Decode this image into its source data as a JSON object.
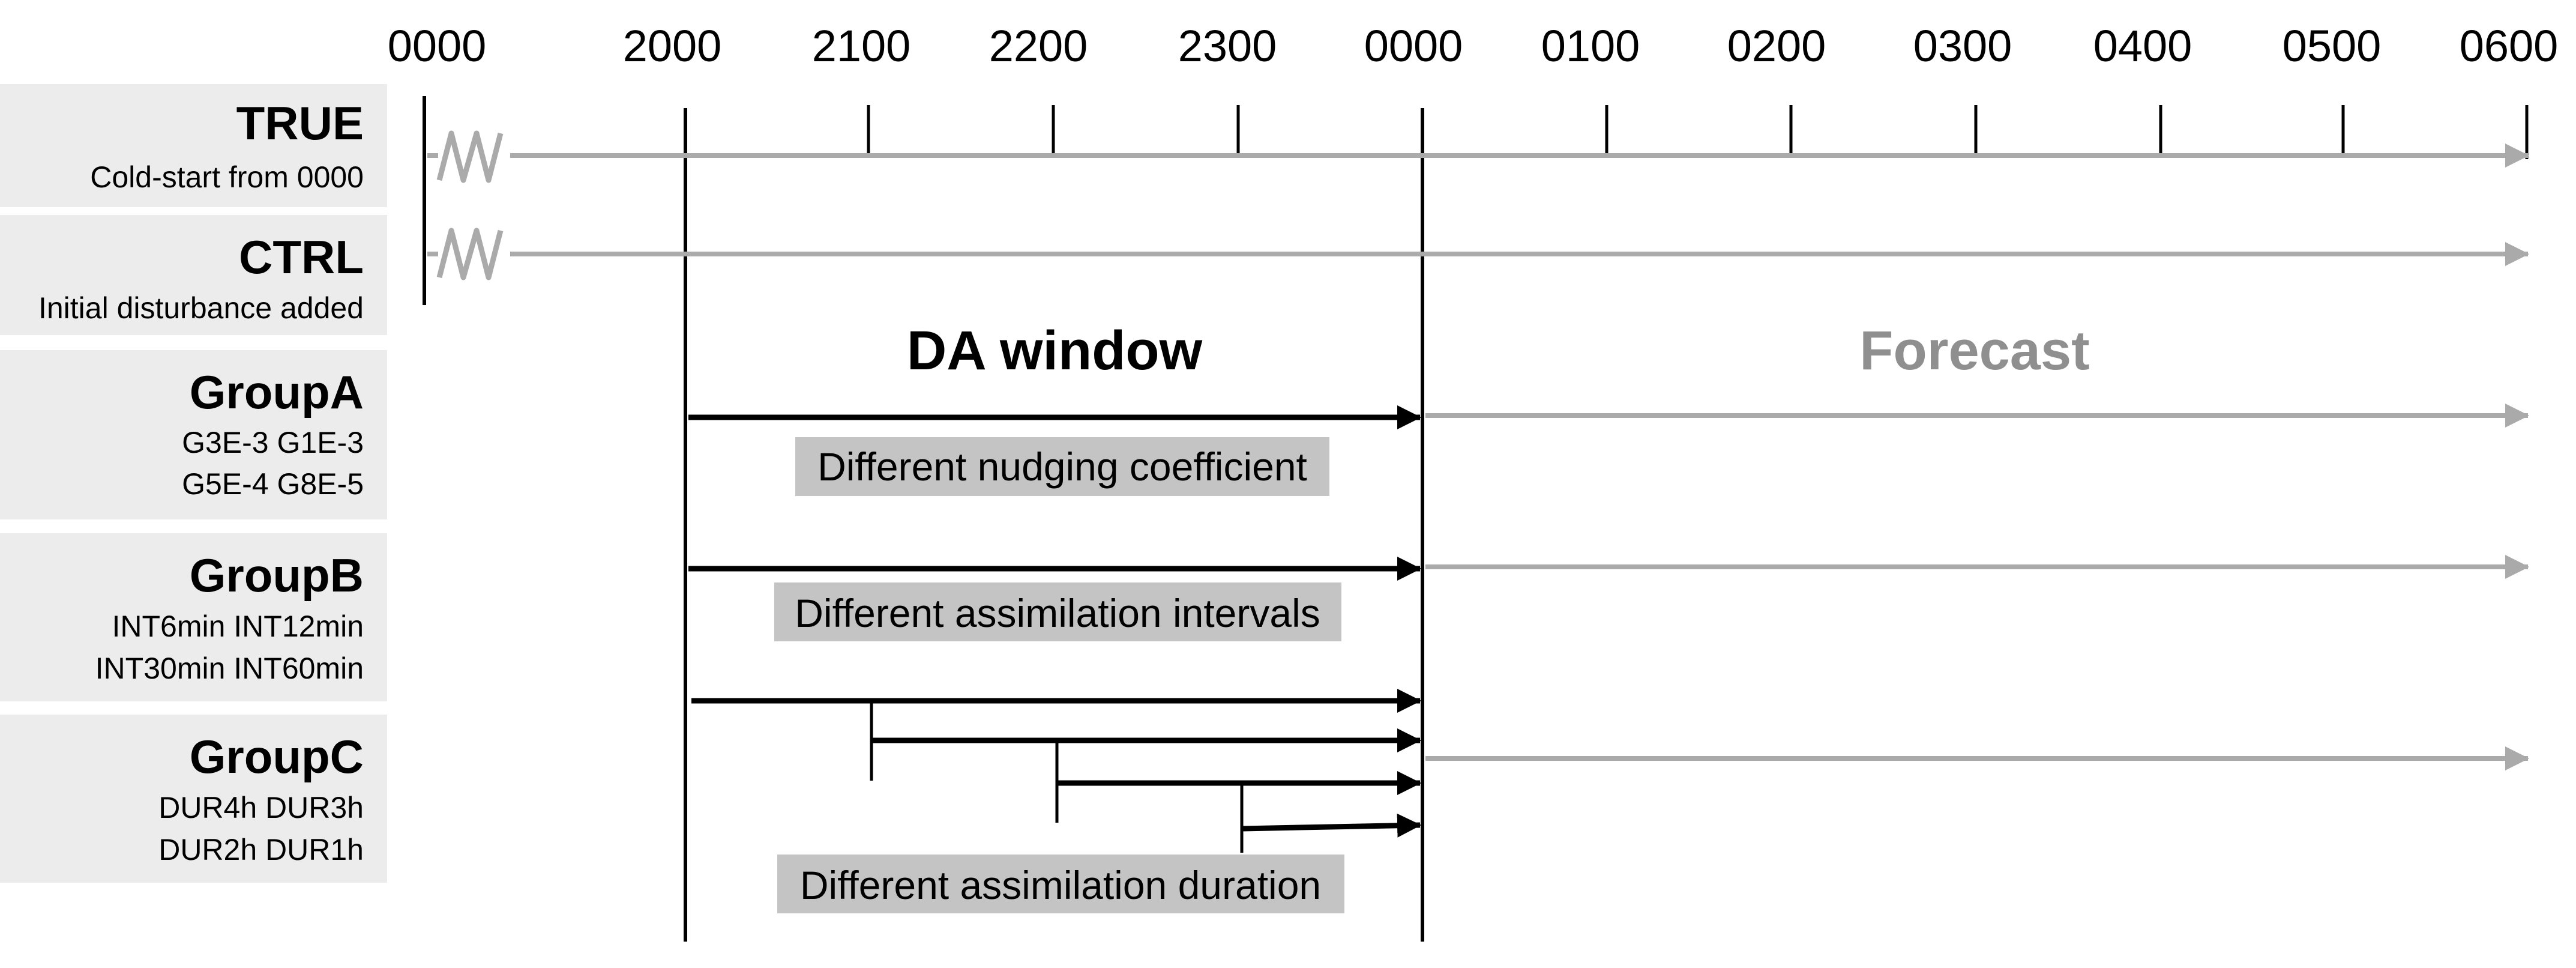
{
  "timeline": {
    "ticks": [
      "0000",
      "2000",
      "2100",
      "2200",
      "2300",
      "0000",
      "0100",
      "0200",
      "0300",
      "0400",
      "0500",
      "0600"
    ]
  },
  "rows": [
    {
      "key": "true",
      "title": "TRUE",
      "subtitle_lines": [
        "Cold-start from 0000"
      ]
    },
    {
      "key": "ctrl",
      "title": "CTRL",
      "subtitle_lines": [
        "Initial disturbance added"
      ]
    },
    {
      "key": "groupa",
      "title": "GroupA",
      "subtitle_lines": [
        "G3E-3 G1E-3",
        "G5E-4 G8E-5"
      ]
    },
    {
      "key": "groupb",
      "title": "GroupB",
      "subtitle_lines": [
        "INT6min INT12min",
        "INT30min INT60min"
      ]
    },
    {
      "key": "groupc",
      "title": "GroupC",
      "subtitle_lines": [
        "DUR4h DUR3h",
        "DUR2h DUR1h"
      ]
    }
  ],
  "sections": {
    "da_window": "DA window",
    "forecast": "Forecast"
  },
  "notes": {
    "groupa": "Different nudging coefficient",
    "groupb": "Different assimilation intervals",
    "groupc": "Different assimilation duration"
  },
  "colors": {
    "row_label_bg": "#ececec",
    "note_bg": "#c4c4c4",
    "black_arrow": "#000000",
    "grey_arrow": "#aaaaaa",
    "forecast_text": "#8f8f8f"
  }
}
